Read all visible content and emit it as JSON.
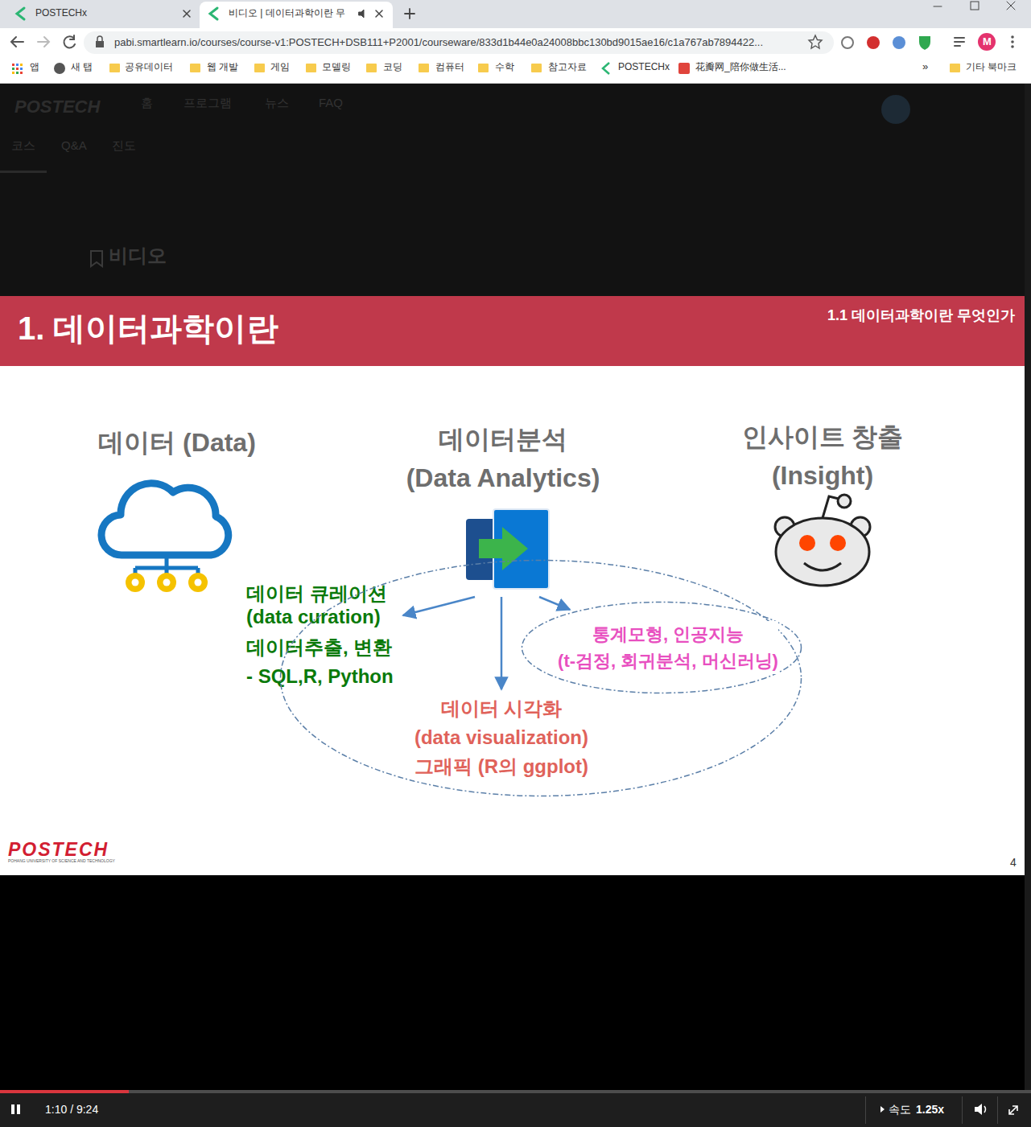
{
  "diagram": {
    "nodes": [
      {
        "text": [
          "1. 데이터과학이란",
          "1.1 데이터과학이란 무엇인가"
        ]
      },
      {
        "text": [
          "데이터 (Data)"
        ]
      },
      {
        "text": [
          "데이터분석 (Data Analytics)"
        ]
      },
      {
        "text": [
          "인사이트 창출 (Insight)"
        ]
      },
      {
        "text": [
          "데이터 큐레이션 (data curation)",
          "데이터추출, 변환 - SQL,R, Python"
        ]
      },
      {
        "text": [
          "데이터 시각화 (data visualization)",
          "그래픽 (R의 ggplot)"
        ]
      },
      {
        "text": [
          "통계모형, 인공지능 (t-검정, 회귀분석, 머신러닝)"
        ],
        "in": 5
      }
    ],
    "edges": [
      {
        "from": 2,
        "to": 4,
        "arrow": "to"
      },
      {
        "from": 2,
        "to": 5,
        "arrow": "to"
      },
      {
        "from": 2,
        "to": 6,
        "arrow": "to"
      }
    ],
    "labels": [
      "POSTECHx",
      "비디오 | 데이터과학이란 무",
      "pabi.smartlearn.io/courses/course-v1:POSTECH+DSB111+P2001/courseware/833d1b44e0a24008bbc130bd9015ae16/c1a767ab7894422...",
      "앱",
      "새 탭",
      "공유데이터",
      "웹 개발",
      "게임",
      "모델링",
      "코딩",
      "컴퓨터",
      "수학",
      "참고자료",
      "POSTECHx",
      "花瓣网_陪你做生活...",
      "»",
      "기타 북마크",
      "M",
      "POSTECH",
      "홈",
      "프로그램",
      "뉴스",
      "FAQ",
      "코스",
      "Q&A",
      "진도",
      "비디오",
      "POSTECH",
      "POHANG UNIVERSITY OF SCIENCE AND TECHNOLOGY",
      "4",
      "1:10 / 9:24",
      "속도",
      "1.25x"
    ]
  }
}
